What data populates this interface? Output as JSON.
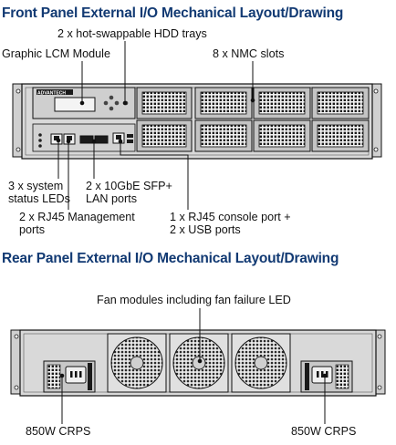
{
  "front": {
    "heading": "Front Panel External I/O Mechanical Layout/Drawing",
    "labels": {
      "hdd_trays": "2 x hot-swappable HDD trays",
      "lcm": "Graphic LCM Module",
      "nmc": "8 x NMC slots",
      "status_leds": [
        "3 x system",
        "status LEDs"
      ],
      "sfp": [
        "2 x 10GbE SFP+",
        "LAN ports"
      ],
      "mgmt": [
        "2 x RJ45 Management",
        "ports"
      ],
      "console": [
        "1 x RJ45 console port +",
        "2 x USB ports"
      ]
    },
    "badge": "ADVANTECH"
  },
  "rear": {
    "heading": "Rear Panel External I/O Mechanical Layout/Drawing",
    "labels": {
      "fans": "Fan modules including fan failure LED",
      "psu_left": "850W CRPS",
      "psu_right": "850W CRPS"
    }
  },
  "colors": {
    "heading": "#123a73",
    "chassis": "#d9d9d9",
    "panel": "#c4c4c4",
    "outline": "#111111",
    "grill": "#1a1a1a",
    "leader": "#111111"
  }
}
